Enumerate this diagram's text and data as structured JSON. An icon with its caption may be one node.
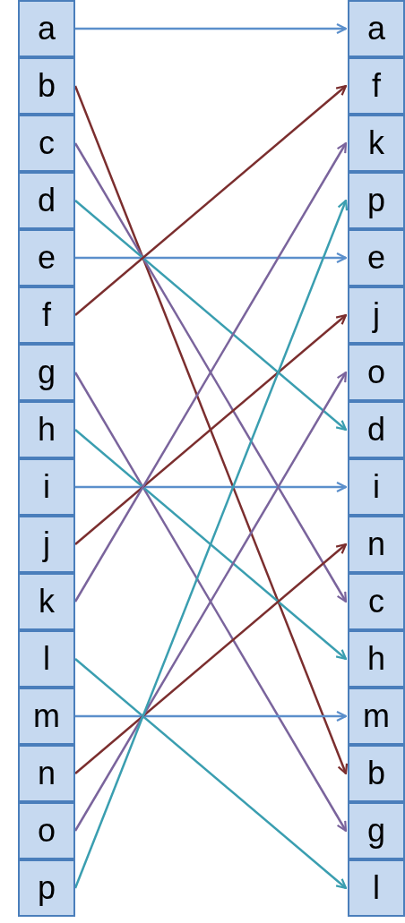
{
  "diagram": {
    "nodes": [
      {
        "text": [
          "a"
        ]
      },
      {
        "text": [
          "b"
        ]
      },
      {
        "text": [
          "c"
        ]
      },
      {
        "text": [
          "d"
        ]
      },
      {
        "text": [
          "e"
        ]
      },
      {
        "text": [
          "f"
        ]
      },
      {
        "text": [
          "g"
        ]
      },
      {
        "text": [
          "h"
        ]
      },
      {
        "text": [
          "i"
        ]
      },
      {
        "text": [
          "j"
        ]
      },
      {
        "text": [
          "k"
        ]
      },
      {
        "text": [
          "l"
        ]
      },
      {
        "text": [
          "m"
        ]
      },
      {
        "text": [
          "n"
        ]
      },
      {
        "text": [
          "o"
        ]
      },
      {
        "text": [
          "p"
        ]
      },
      {
        "text": [
          "a"
        ]
      },
      {
        "text": [
          "f"
        ]
      },
      {
        "text": [
          "k"
        ]
      },
      {
        "text": [
          "p"
        ]
      },
      {
        "text": [
          "e"
        ]
      },
      {
        "text": [
          "j"
        ]
      },
      {
        "text": [
          "o"
        ]
      },
      {
        "text": [
          "d"
        ]
      },
      {
        "text": [
          "i"
        ]
      },
      {
        "text": [
          "n"
        ]
      },
      {
        "text": [
          "c"
        ]
      },
      {
        "text": [
          "h"
        ]
      },
      {
        "text": [
          "m"
        ]
      },
      {
        "text": [
          "b"
        ]
      },
      {
        "text": [
          "g"
        ]
      },
      {
        "text": [
          "l"
        ]
      }
    ],
    "edges": [
      {
        "from": 0,
        "to": 16,
        "arrow": "to",
        "color": "#5b8fcb"
      },
      {
        "from": 1,
        "to": 29,
        "arrow": "to",
        "color": "#7b2e2e"
      },
      {
        "from": 2,
        "to": 26,
        "arrow": "to",
        "color": "#7a649c"
      },
      {
        "from": 3,
        "to": 23,
        "arrow": "to",
        "color": "#3a9eb0"
      },
      {
        "from": 4,
        "to": 20,
        "arrow": "to",
        "color": "#5b8fcb"
      },
      {
        "from": 5,
        "to": 17,
        "arrow": "to",
        "color": "#7b2e2e"
      },
      {
        "from": 6,
        "to": 30,
        "arrow": "to",
        "color": "#7a649c"
      },
      {
        "from": 7,
        "to": 27,
        "arrow": "to",
        "color": "#3a9eb0"
      },
      {
        "from": 8,
        "to": 24,
        "arrow": "to",
        "color": "#5b8fcb"
      },
      {
        "from": 9,
        "to": 21,
        "arrow": "to",
        "color": "#7b2e2e"
      },
      {
        "from": 10,
        "to": 18,
        "arrow": "to",
        "color": "#7a649c"
      },
      {
        "from": 11,
        "to": 31,
        "arrow": "to",
        "color": "#3a9eb0"
      },
      {
        "from": 12,
        "to": 28,
        "arrow": "to",
        "color": "#5b8fcb"
      },
      {
        "from": 13,
        "to": 25,
        "arrow": "to",
        "color": "#7b2e2e"
      },
      {
        "from": 14,
        "to": 22,
        "arrow": "to",
        "color": "#7a649c"
      },
      {
        "from": 15,
        "to": 19,
        "arrow": "to",
        "color": "#3a9eb0"
      }
    ]
  }
}
